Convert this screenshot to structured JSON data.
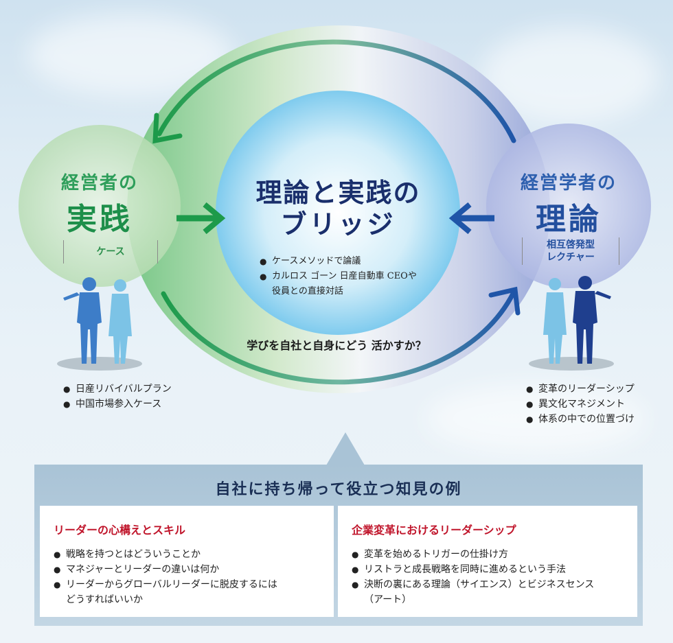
{
  "left": {
    "subtitle": "経営者の",
    "title": "実践",
    "tag": "ケース",
    "bullets": [
      "日産リバイバルプラン",
      "中国市場参入ケース"
    ]
  },
  "right": {
    "subtitle": "経営学者の",
    "title": "理論",
    "tag_line1": "相互啓発型",
    "tag_line2": "レクチャー",
    "bullets": [
      "変革のリーダーシップ",
      "異文化マネジメント",
      "体系の中での位置づけ"
    ]
  },
  "center": {
    "title_line1": "理論と実践の",
    "title_line2": "ブリッジ",
    "bullets": [
      "ケースメソッドで論議",
      "カルロス ゴーン 日産自動車 CEOや",
      "役員との直接対話"
    ],
    "question": "学びを自社と自身にどう 活かすか？"
  },
  "panel": {
    "heading": "自社に持ち帰って役立つ知見の例",
    "left_box": {
      "title": "リーダーの心構えとスキル",
      "bullets": [
        "戦略を持つとはどういうことか",
        "マネジャーとリーダーの違いは何か",
        "リーダーからグローバルリーダーに脱皮するには",
        "どうすればいいか"
      ]
    },
    "right_box": {
      "title": "企業変革におけるリーダーシップ",
      "bullets": [
        "変革を始めるトリガーの仕掛け方",
        "リストラと成長戦略を同時に進めるという手法",
        "決断の裏にある理論（サイエンス）とビジネスセンス",
        "（アート）"
      ]
    }
  },
  "colors": {
    "green": "#1d8f4a",
    "blue": "#234f9e",
    "accent_red": "#c0152b"
  },
  "icons": {
    "left_person_male": "businessman-silhouette",
    "left_person_female": "businesswoman-silhouette",
    "right_person_female": "businesswoman-silhouette",
    "right_person_male": "businessman-silhouette"
  }
}
